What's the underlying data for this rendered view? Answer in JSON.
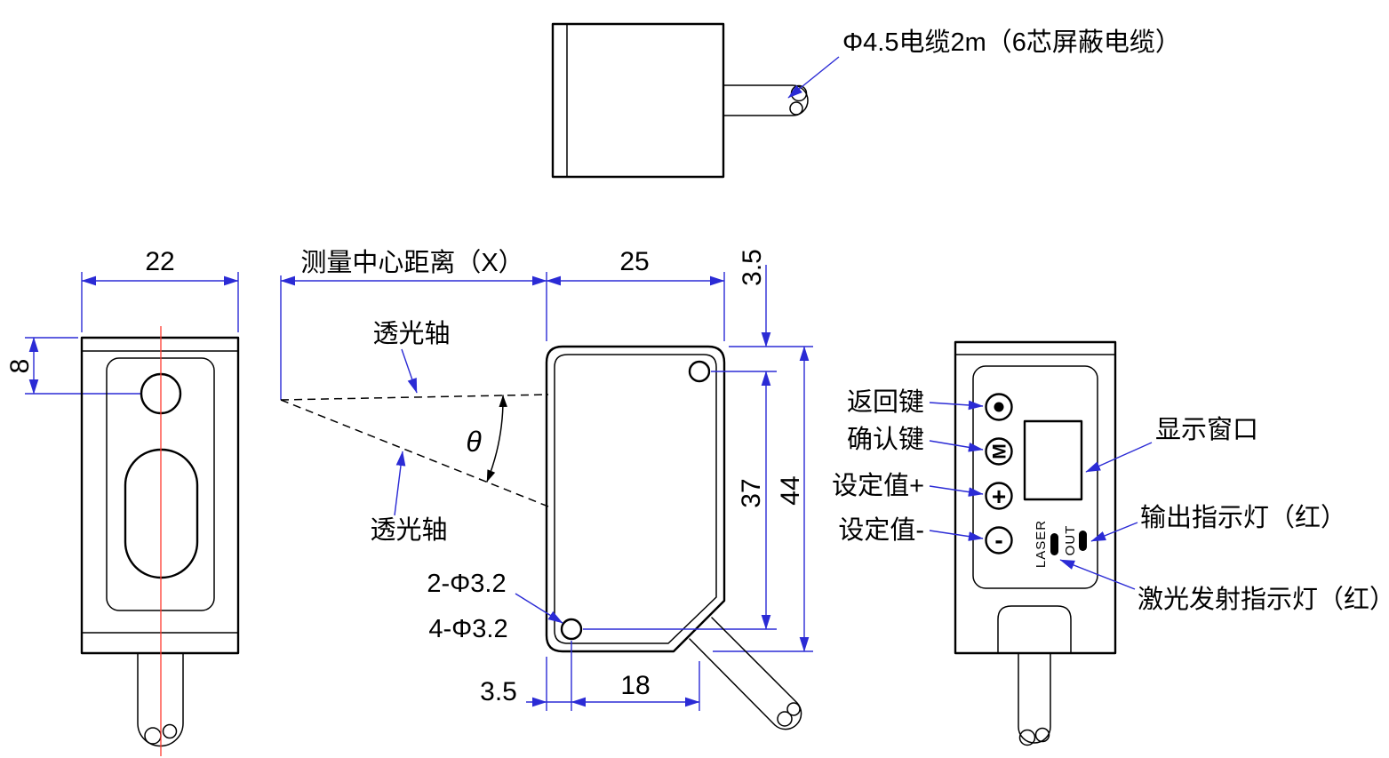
{
  "colors": {
    "outline": "#000000",
    "dimension": "#2b2bd5",
    "centerline": "#ff3b30"
  },
  "top_view": {
    "cable_note": "Φ4.5电缆2m（6芯屏蔽电缆）"
  },
  "left_view": {
    "dim_width": "22",
    "dim_lens_center": "8"
  },
  "side_view": {
    "dim_measure_center": "测量中心距离（X）",
    "dim_depth": "25",
    "dim_hole_offset_top": "3.5",
    "dim_hole_pitch_v": "37",
    "dim_height": "44",
    "axis_top": "透光轴",
    "axis_bottom": "透光轴",
    "angle": "θ",
    "holes_front": "2-Φ3.2",
    "holes_all": "4-Φ3.2",
    "dim_hole_offset_left": "3.5",
    "dim_hole_pitch_h": "18"
  },
  "front_view": {
    "labels": {
      "back": "返回键",
      "confirm": "确认键",
      "set_plus": "设定值+",
      "set_minus": "设定值-",
      "display": "显示窗口",
      "out_led": "输出指示灯（红）",
      "laser_led": "激光发射指示灯（红）"
    },
    "glyphs": {
      "m": "M",
      "plus": "+",
      "minus": "-"
    },
    "panel_text": {
      "laser": "LASER",
      "out": "OUT"
    }
  }
}
